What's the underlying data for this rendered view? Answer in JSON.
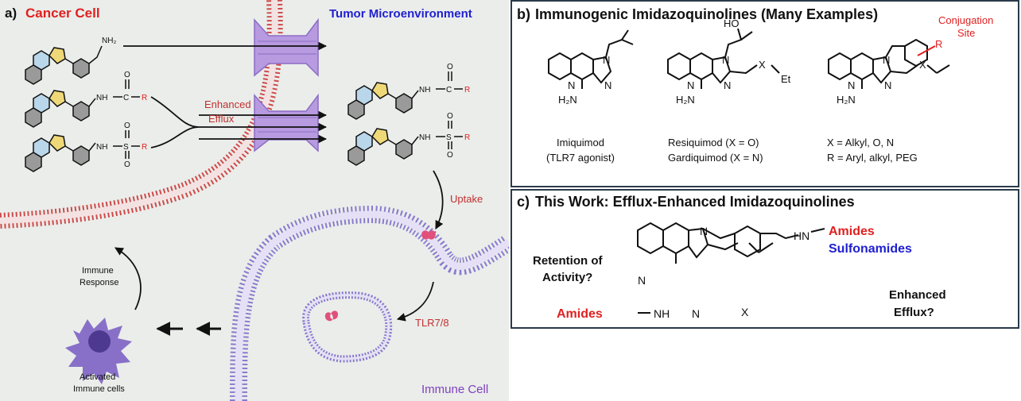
{
  "panel_a": {
    "panel_label": "a)",
    "cancer_cell_label": "Cancer Cell",
    "tumor_env_label": "Tumor Microenvironment",
    "enhanced_label": "Enhanced",
    "efflux_label": "Efflux",
    "uptake_label": "Uptake",
    "tlr_label": "TLR7/8",
    "immune_cell_label": "Immune Cell",
    "immune_response_line1": "Immune",
    "immune_response_line2": "Response",
    "activated_line1": "Activated",
    "activated_line2": "Immune cells",
    "nh2": "NH₂",
    "nh": "NH",
    "c": "C",
    "s": "S",
    "o": "O",
    "r": "R"
  },
  "panel_b": {
    "title_letter": "b)",
    "title_text": "Immunogenic Imidazoquinolines (Many Examples)",
    "n": "N",
    "h2n": "H₂N",
    "ho": "HO",
    "x": "X",
    "et": "Et",
    "r": "R",
    "conjugation_line1": "Conjugation",
    "conjugation_line2": "Site",
    "imiquimod": "Imiquimod",
    "tlr7_agonist": "(TLR7 agonist)",
    "resiquimod": "Resiquimod  (X = O)",
    "gardiquimod": "Gardiquimod (X = N)",
    "x_def": "X = Alkyl, O, N",
    "r_def": "R = Aryl, alkyl, PEG"
  },
  "panel_c": {
    "title_letter": "c)",
    "title_text": "This Work: Efflux-Enhanced Imidazoquinolines",
    "retention_line1": "Retention of",
    "retention_line2": "Activity?",
    "amides_top": "Amides",
    "sulfonamides": "Sulfonamides",
    "hn": "HN",
    "enhanced_line1": "Enhanced",
    "enhanced_line2": "Efflux?",
    "amides_bottom": "Amides",
    "nh": "NH",
    "n": "N",
    "x": "X"
  },
  "colors": {
    "panel_bg": "#eaedea",
    "red": "#e02020",
    "blue": "#2020d0",
    "purple": "#8040c0",
    "arrow_red": "#c03030",
    "membrane_red": "#d04a4a",
    "membrane_purple": "#8a7ad0",
    "transporter": "#b79ae0",
    "cell": "#8870c8"
  }
}
